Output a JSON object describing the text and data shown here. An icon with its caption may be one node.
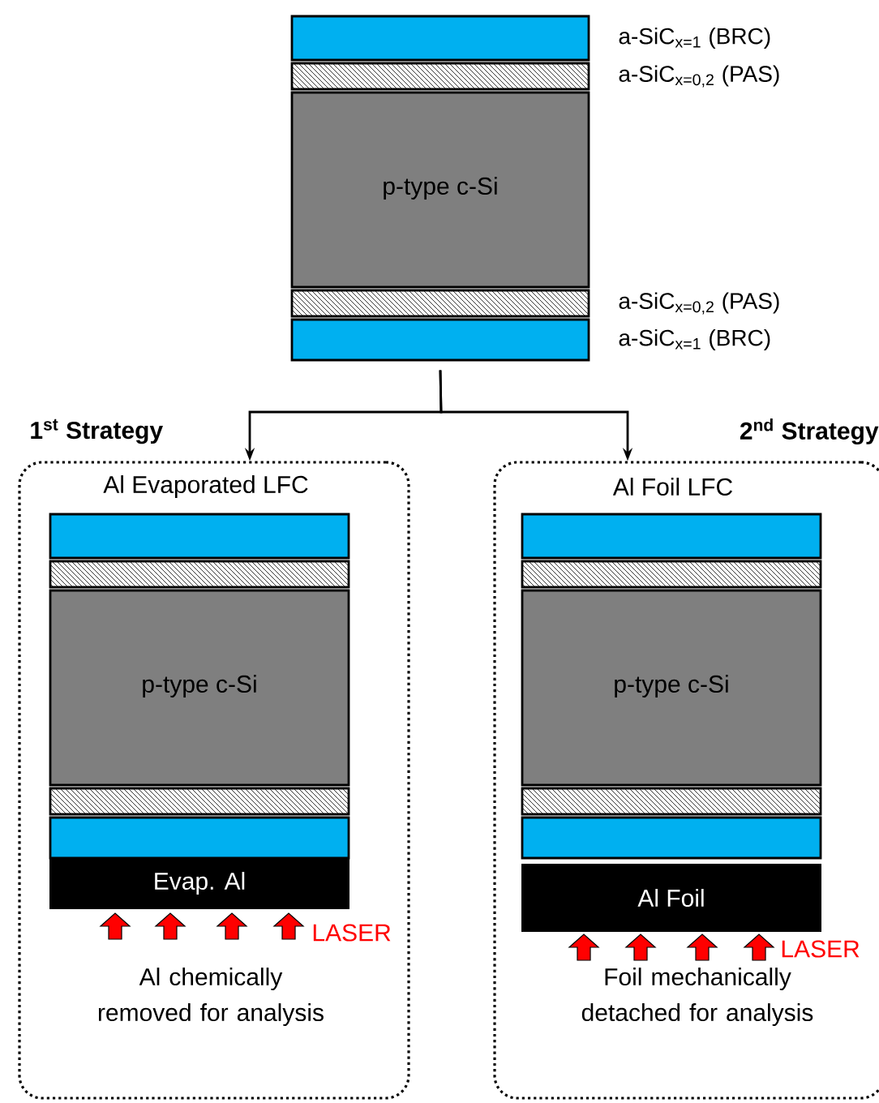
{
  "diagram": {
    "nodes": [
      {
        "text": [
          "p-type c-Si"
        ],
        "beside": [
          "a-SiC$_{x=1}$ (BRC)",
          "a-SiC$_{x=0,2}$ (PAS)",
          "a-SiC$_{x=0,2}$ (PAS)",
          "a-SiC$_{x=1}$ (BRC)"
        ]
      },
      {
        "text": [
          "Al Evaporated LFC",
          "Al chemically removed for analysis"
        ],
        "beside": [
          "1$^{st}$ Strategy"
        ]
      },
      {
        "text": [
          "p-type c-Si"
        ],
        "in": 1
      },
      {
        "text": [
          "Evap. Al"
        ],
        "in": 1
      },
      {
        "text": [
          "Al Foil LFC",
          "Foil mechanically detached for analysis"
        ],
        "beside": [
          "2$^{nd}$ Strategy"
        ]
      },
      {
        "text": [
          "p-type c-Si"
        ],
        "in": 4
      },
      {
        "text": [
          "Al Foil"
        ],
        "in": 4
      }
    ],
    "edges": [
      {
        "from": 0,
        "to": 1,
        "arrow": "to"
      },
      {
        "from": 0,
        "to": 4,
        "arrow": "to"
      }
    ],
    "labels": [
      "LASER",
      "LASER"
    ]
  }
}
